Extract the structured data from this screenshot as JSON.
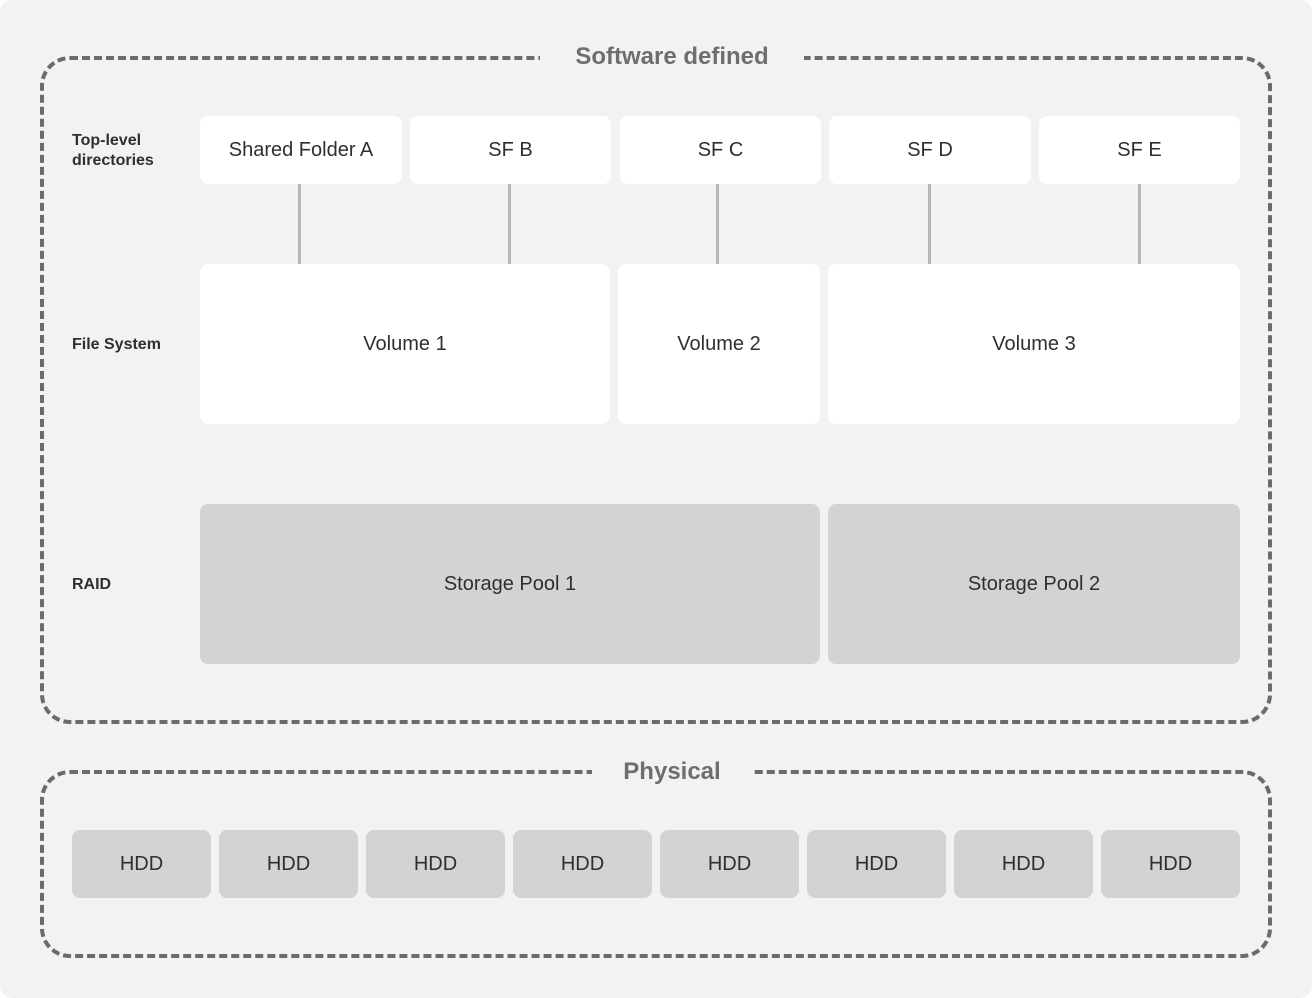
{
  "software_group": {
    "title": "Software defined"
  },
  "physical_group": {
    "title": "Physical"
  },
  "row_labels": {
    "top_level": "Top-level\ndirectories",
    "file_system": "File System",
    "raid": "RAID"
  },
  "shared_folders": [
    "Shared Folder A",
    "SF B",
    "SF C",
    "SF D",
    "SF E"
  ],
  "volumes": [
    "Volume 1",
    "Volume 2",
    "Volume 3"
  ],
  "storage_pools": [
    "Storage Pool 1",
    "Storage Pool 2"
  ],
  "disks": [
    "HDD",
    "HDD",
    "HDD",
    "HDD",
    "HDD",
    "HDD",
    "HDD",
    "HDD"
  ],
  "colors": {
    "background": "#f2f2f2",
    "dashed_border": "#6b6b6b",
    "white_box": "#ffffff",
    "grey_box": "#d3d3d3",
    "connector": "#b5b5b5"
  }
}
